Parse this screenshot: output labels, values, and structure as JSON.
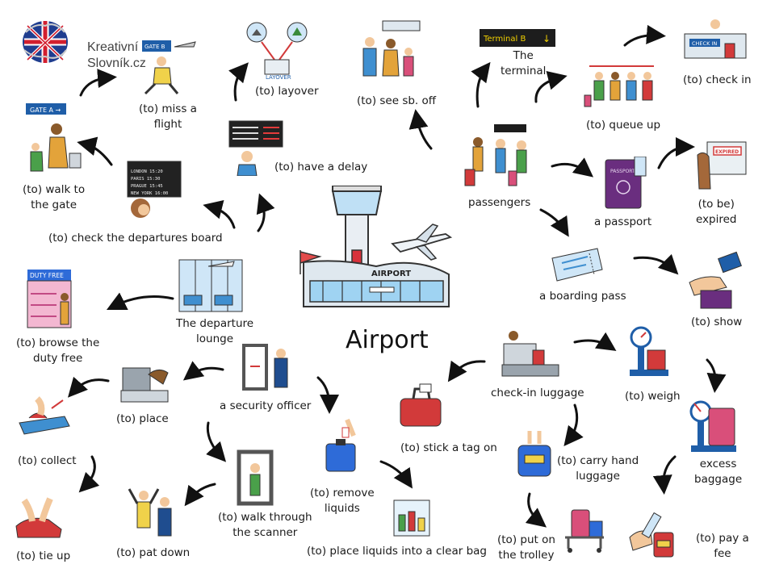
{
  "brand": {
    "line1": "Kreativní",
    "line2": "Slovník.cz"
  },
  "title": "Airport",
  "signs": {
    "airport": "AIRPORT",
    "gate_a": "GATE A",
    "gate_b": "GATE B",
    "terminal": "Terminal B",
    "duty_free": "DUTY FREE",
    "check_in": "CHECK IN",
    "layover": "LAYOVER",
    "expired": "EXPIRED",
    "passport": "PASSPORT"
  },
  "board": {
    "rows": [
      "LONDON  15:20",
      "PARIS   15:30",
      "PRAGUE  15:45",
      "NEW YORK 16:00"
    ]
  },
  "labels": [
    {
      "id": "walk-gate",
      "lines": [
        "(to) walk to",
        "the gate"
      ]
    },
    {
      "id": "miss-flight",
      "lines": [
        "(to) miss a",
        "flight"
      ]
    },
    {
      "id": "layover",
      "lines": [
        "(to) layover"
      ]
    },
    {
      "id": "see-off",
      "lines": [
        "(to) see sb. off"
      ]
    },
    {
      "id": "terminal",
      "lines": [
        "The",
        "terminal"
      ]
    },
    {
      "id": "queue-up",
      "lines": [
        "(to) queue up"
      ]
    },
    {
      "id": "check-in",
      "lines": [
        "(to) check in"
      ]
    },
    {
      "id": "have-delay",
      "lines": [
        "(to) have a delay"
      ]
    },
    {
      "id": "check-board",
      "lines": [
        "(to) check the departures board"
      ]
    },
    {
      "id": "passengers",
      "lines": [
        "passengers"
      ]
    },
    {
      "id": "passport",
      "lines": [
        "a passport"
      ]
    },
    {
      "id": "expired",
      "lines": [
        "(to be)",
        "expired"
      ]
    },
    {
      "id": "boarding-pass",
      "lines": [
        "a boarding pass"
      ]
    },
    {
      "id": "show",
      "lines": [
        "(to) show"
      ]
    },
    {
      "id": "duty-free",
      "lines": [
        "(to) browse the",
        "duty free"
      ]
    },
    {
      "id": "lounge",
      "lines": [
        "The departure",
        "lounge"
      ]
    },
    {
      "id": "security-officer",
      "lines": [
        "a security officer"
      ]
    },
    {
      "id": "place",
      "lines": [
        "(to) place"
      ]
    },
    {
      "id": "collect",
      "lines": [
        "(to) collect"
      ]
    },
    {
      "id": "tie-up",
      "lines": [
        "(to) tie up"
      ]
    },
    {
      "id": "pat-down",
      "lines": [
        "(to) pat down"
      ]
    },
    {
      "id": "walk-scanner",
      "lines": [
        "(to) walk through",
        "the scanner"
      ]
    },
    {
      "id": "remove-liquids",
      "lines": [
        "(to) remove",
        "liquids"
      ]
    },
    {
      "id": "clear-bag",
      "lines": [
        "(to) place liquids into a clear bag"
      ]
    },
    {
      "id": "stick-tag",
      "lines": [
        "(to) stick a tag on"
      ]
    },
    {
      "id": "checkin-luggage",
      "lines": [
        "check-in luggage"
      ]
    },
    {
      "id": "weigh",
      "lines": [
        "(to) weigh"
      ]
    },
    {
      "id": "excess",
      "lines": [
        "excess",
        "baggage"
      ]
    },
    {
      "id": "hand-luggage",
      "lines": [
        "(to) carry  hand",
        "luggage"
      ]
    },
    {
      "id": "trolley",
      "lines": [
        "(to) put on",
        "the trolley"
      ]
    },
    {
      "id": "pay-fee",
      "lines": [
        "(to) pay a",
        "fee"
      ]
    }
  ]
}
